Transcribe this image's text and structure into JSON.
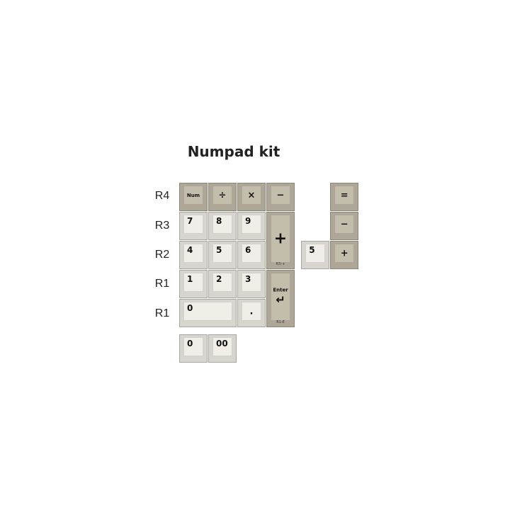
{
  "title": "Numpad kit",
  "row_labels": [
    "R4",
    "R3",
    "R2",
    "R1",
    "R1"
  ],
  "colors": {
    "dark_keycap": "#c3bdac",
    "light_keycap": "#f1eee8"
  },
  "keys": [
    {
      "legend": "Num",
      "color": "dark"
    },
    {
      "legend": "÷",
      "color": "dark"
    },
    {
      "legend": "×",
      "color": "dark"
    },
    {
      "legend": "−",
      "color": "dark"
    },
    {
      "legend": "=",
      "color": "dark"
    },
    {
      "legend": "7",
      "color": "light"
    },
    {
      "legend": "8",
      "color": "light"
    },
    {
      "legend": "9",
      "color": "light"
    },
    {
      "legend": "+",
      "color": "dark",
      "sublegend": "R3-+"
    },
    {
      "legend": "−",
      "color": "dark"
    },
    {
      "legend": "4",
      "color": "light"
    },
    {
      "legend": "5",
      "color": "light"
    },
    {
      "legend": "6",
      "color": "light"
    },
    {
      "legend": "5",
      "color": "light"
    },
    {
      "legend": "+",
      "color": "dark"
    },
    {
      "legend": "1",
      "color": "light"
    },
    {
      "legend": "2",
      "color": "light"
    },
    {
      "legend": "3",
      "color": "light"
    },
    {
      "legend": "Enter ↵",
      "color": "dark",
      "sublegend": "R1-E"
    },
    {
      "legend": "0",
      "color": "light"
    },
    {
      "legend": ".",
      "color": "light"
    },
    {
      "legend": "0",
      "color": "light"
    },
    {
      "legend": "00",
      "color": "light"
    }
  ]
}
